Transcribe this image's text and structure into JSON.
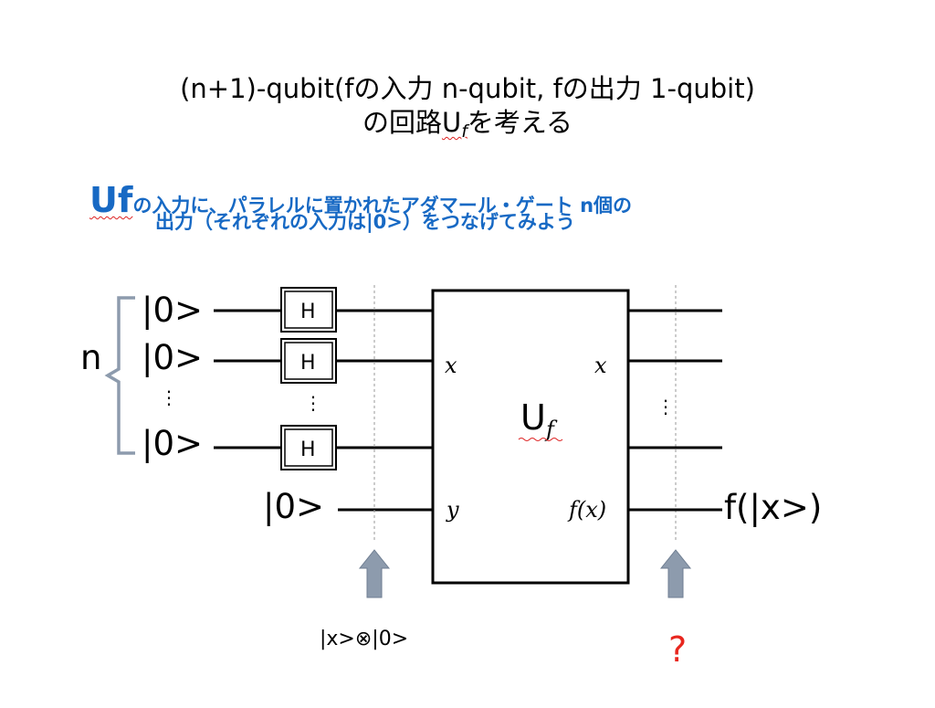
{
  "title": {
    "line1": "(n+1)-qubit(fの入力  n-qubit, fの出力 1-qubit)",
    "line2_pre": "の回路",
    "line2_u": "U",
    "line2_f": "f",
    "line2_post": "を考える"
  },
  "note": {
    "line1_uf": "Uf",
    "line1_rest": "の入力に、パラレルに置かれたアダマール・ゲート n個の",
    "line2": "出力（それぞれの入力は|0>）をつなげてみよう"
  },
  "circuit": {
    "n_label": "n",
    "ket0": "|0>",
    "vdots": "⋮",
    "h_label": "H",
    "in_x": "x",
    "in_y": "y",
    "out_x": "x",
    "out_fx": "f(x)",
    "box_u": "U",
    "box_f": "f",
    "output_label": "f(|x>)",
    "state_label": "|x>⊗|0>",
    "question": "?"
  },
  "colors": {
    "note_blue": "#1769c4",
    "question_red": "#e8261e",
    "arrow_fill": "#8d9bad",
    "brace_gray": "#8d9bad"
  }
}
